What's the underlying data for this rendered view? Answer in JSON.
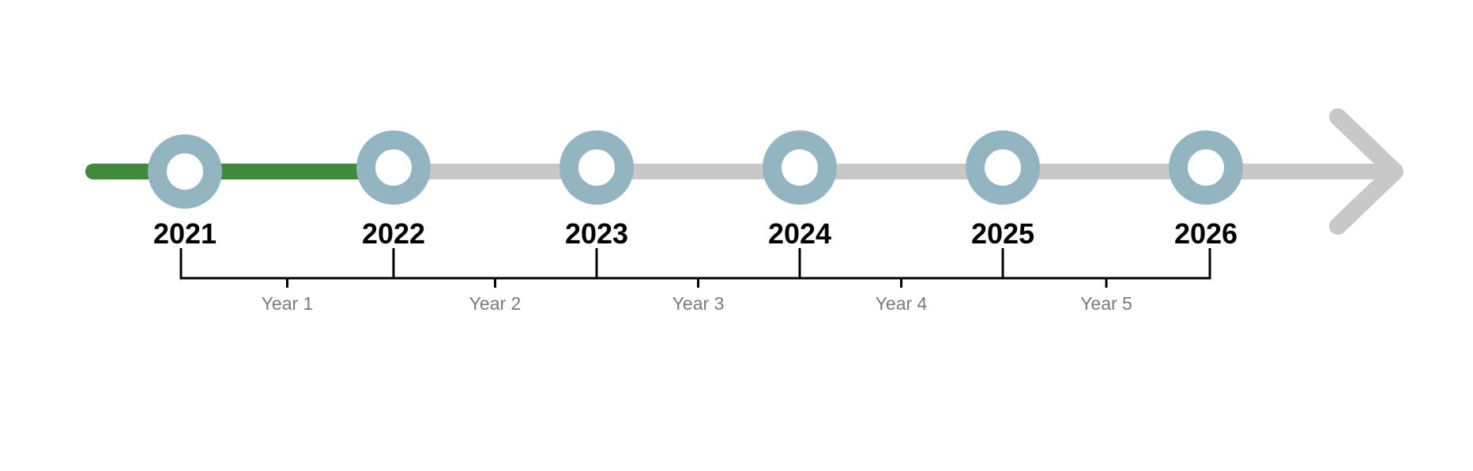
{
  "timeline": {
    "progress_fraction": 0.2,
    "colors": {
      "track": "#c8c8c8",
      "progress": "#3f8a3c",
      "node_ring": "#93b5c1",
      "node_center": "#ffffff",
      "bracket": "#000000",
      "year_text": "#000000",
      "period_text": "#7a7a7a"
    },
    "milestones": [
      {
        "year": "2021",
        "reached": true
      },
      {
        "year": "2022",
        "reached": true
      },
      {
        "year": "2023",
        "reached": false
      },
      {
        "year": "2024",
        "reached": false
      },
      {
        "year": "2025",
        "reached": false
      },
      {
        "year": "2026",
        "reached": false
      }
    ],
    "periods": [
      {
        "label": "Year 1"
      },
      {
        "label": "Year 2"
      },
      {
        "label": "Year 3"
      },
      {
        "label": "Year 4"
      },
      {
        "label": "Year 5"
      }
    ],
    "arrow_icon": "arrow-right-icon"
  }
}
